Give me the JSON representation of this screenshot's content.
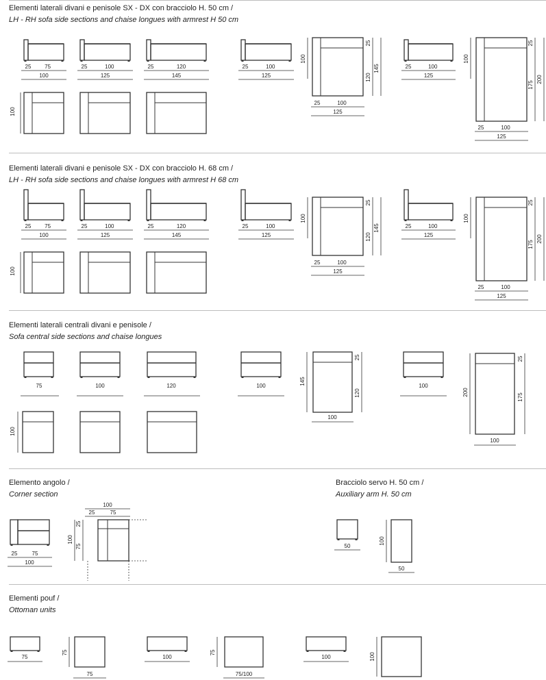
{
  "sections": [
    {
      "line1": "Elementi laterali divani e penisole SX - DX con bracciolo H. 50 cm /",
      "line2": "LH - RH sofa side sections and chaise longues with armrest H 50 cm"
    },
    {
      "line1": "Elementi laterali divani e penisole SX - DX con bracciolo H. 68 cm /",
      "line2": "LH - RH sofa side sections and chaise longues with armrest H 68 cm"
    },
    {
      "line1": "Elementi laterali centrali divani e penisole /",
      "line2": "Sofa central side sections and chaise longues"
    },
    {
      "line1": "Elemento angolo /",
      "line2": "Corner section"
    },
    {
      "line1": "Bracciolo servo H. 50 cm /",
      "line2": "Auxiliary arm H. 50 cm"
    },
    {
      "line1": "Elementi pouf /",
      "line2": "Ottoman units"
    }
  ],
  "dims": {
    "d25": "25",
    "d50": "50",
    "d75": "75",
    "d100": "100",
    "d120": "120",
    "d125": "125",
    "d145": "145",
    "d175": "175",
    "d200": "200",
    "d75_100": "75/100"
  },
  "colors": {
    "line": "#333333",
    "separator": "#bdbdbd",
    "text": "#222222"
  }
}
